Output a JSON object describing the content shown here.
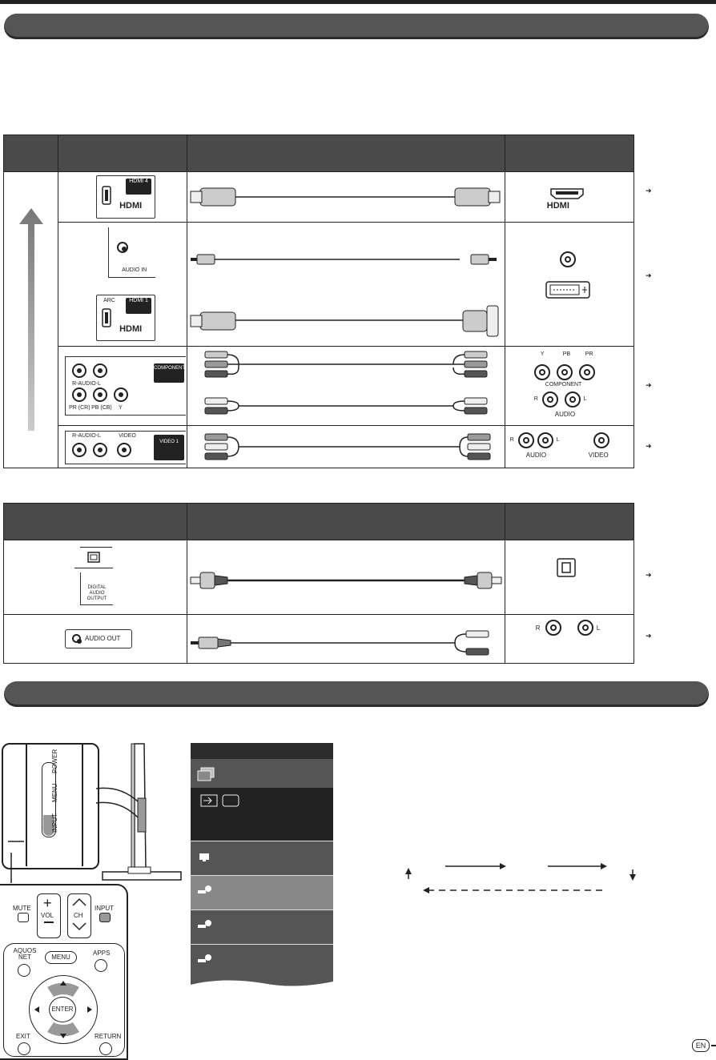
{
  "table1": {
    "hdmi_port": {
      "number": "HDMI 4",
      "logo": "HDMI"
    },
    "device_hdmi_logo": "HDMI",
    "audio_in_label": "AUDIO IN",
    "hdmi1": {
      "arc": "ARC",
      "number": "HDMI 1",
      "logo": "HDMI"
    },
    "component_panel": {
      "audio_label": "R-AUDIO-L",
      "pr_label": "PR (CR)",
      "pb_label": "PB (CB)",
      "y_label": "Y",
      "badge": "COMPONENT"
    },
    "component_device": {
      "y": "Y",
      "pb": "PB",
      "pr": "PR",
      "component": "COMPONENT",
      "r": "R",
      "l": "L",
      "audio": "AUDIO"
    },
    "video_panel": {
      "audio_label": "R-AUDIO-L",
      "video_label": "VIDEO",
      "badge": "VIDEO 1"
    },
    "video_device": {
      "r": "R",
      "l": "L",
      "audio": "AUDIO",
      "video": "VIDEO"
    }
  },
  "table2": {
    "digital_output_label": "DIGITAL AUDIO OUTPUT",
    "audio_out_label": "AUDIO OUT",
    "rl_device": {
      "r": "R",
      "l": "L"
    }
  },
  "tv_side": {
    "power": "POWER",
    "menu": "MENU",
    "input": "INPUT"
  },
  "remote": {
    "mute": "MUTE",
    "vol": "VOL",
    "ch": "CH",
    "input": "INPUT",
    "aquos_net": "AQUOS NET",
    "menu": "MENU",
    "apps": "APPS",
    "enter": "ENTER",
    "exit": "EXIT",
    "return": "RETURN"
  },
  "footer_badge": "EN",
  "colors": {
    "header": "#4a4a4a",
    "bar": "#555555",
    "arrow": "#aaaaaa"
  }
}
